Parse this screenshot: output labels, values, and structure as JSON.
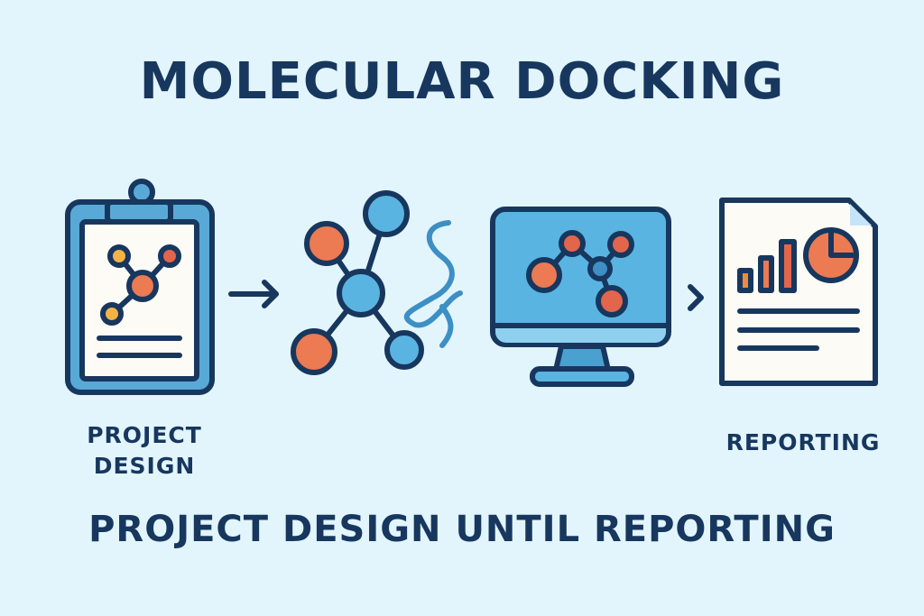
{
  "title": "MOLECULAR DOCKING",
  "steps": [
    {
      "label_line1": "PROJECT",
      "label_line2": "DESIGN",
      "icon": "clipboard-molecule-icon"
    },
    {
      "icon": "molecule-protein-icon"
    },
    {
      "icon": "monitor-simulation-icon"
    },
    {
      "label": "REPORTING",
      "icon": "report-document-icon"
    }
  ],
  "subtitle": "PROJECT DESIGN UNTIL REPORTING",
  "colors": {
    "background": "#e2f5fd",
    "navy": "#17375e",
    "blue": "#5ab4e2",
    "orange": "#ec7a52",
    "yellow": "#f4b346"
  }
}
